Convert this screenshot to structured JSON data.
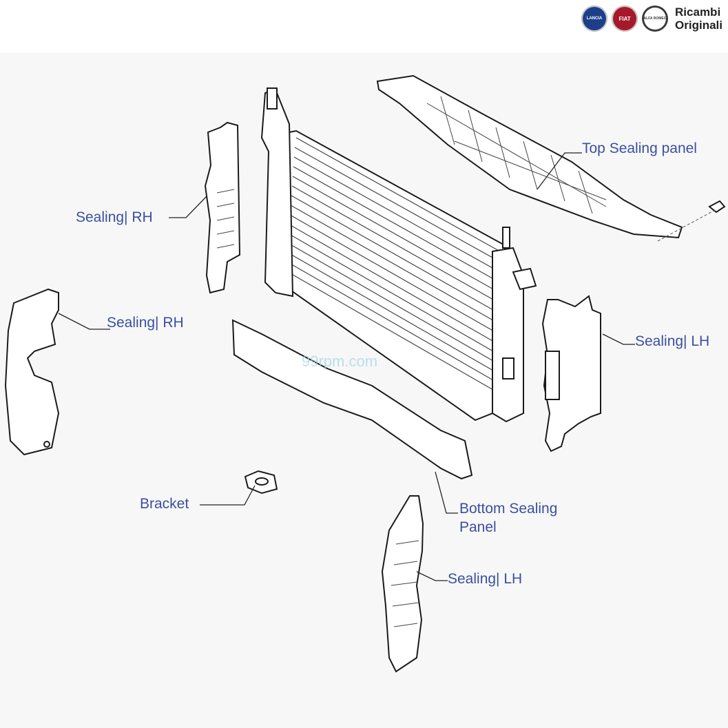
{
  "brand": {
    "badges": [
      {
        "text": "LANCIA",
        "icon": "lancia-logo-icon",
        "color": "#1d3f8a"
      },
      {
        "text": "FIAT",
        "icon": "fiat-logo-icon",
        "color": "#a5192b"
      },
      {
        "text": "ALFA ROMEO",
        "icon": "alfa-romeo-logo-icon",
        "color": "#3a3a3a"
      }
    ],
    "line1": "Ricambi",
    "line2": "Originali"
  },
  "watermark": "99rpm.com",
  "labels": {
    "top_sealing_panel": "Top Sealing panel",
    "sealing_rh_upper": "Sealing| RH",
    "sealing_rh_lower": "Sealing| RH",
    "sealing_lh_right": "Sealing| LH",
    "bracket": "Bracket",
    "bottom_sealing_line1": "Bottom Sealing",
    "bottom_sealing_line2": "Panel",
    "sealing_lh_bottom": "Sealing| LH"
  },
  "colors": {
    "label": "#3a4fa0",
    "line": "#222222",
    "part_fill": "#ffffff",
    "part_stroke": "#1a1a1a"
  }
}
